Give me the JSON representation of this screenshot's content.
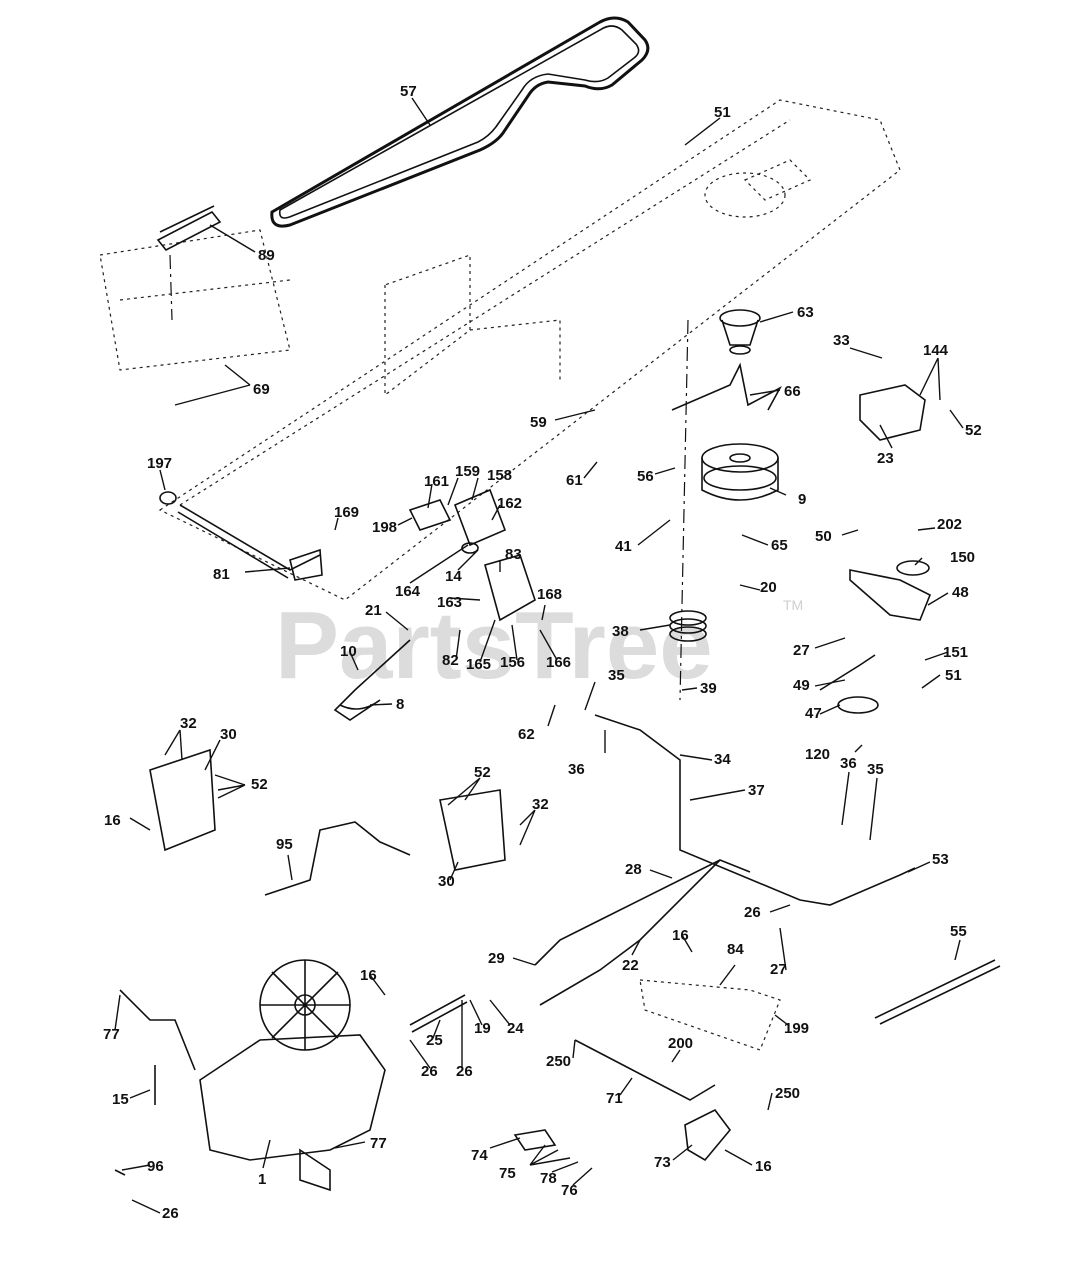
{
  "watermark": {
    "text": "PartsTree",
    "trademark": "TM"
  },
  "callouts": [
    "57",
    "51",
    "89",
    "63",
    "33",
    "144",
    "66",
    "69",
    "59",
    "52",
    "23",
    "61",
    "56",
    "9",
    "197",
    "161",
    "159",
    "158",
    "169",
    "162",
    "198",
    "50",
    "202",
    "41",
    "65",
    "150",
    "81",
    "164",
    "14",
    "83",
    "20",
    "48",
    "163",
    "168",
    "21",
    "38",
    "27",
    "151",
    "10",
    "82",
    "165",
    "156",
    "166",
    "51",
    "35",
    "49",
    "39",
    "8",
    "47",
    "32",
    "30",
    "62",
    "120",
    "52",
    "36",
    "34",
    "37",
    "16",
    "52",
    "32",
    "36",
    "35",
    "95",
    "30",
    "53",
    "28",
    "26",
    "16",
    "29",
    "22",
    "27",
    "55",
    "16",
    "84",
    "77",
    "25",
    "19",
    "24",
    "199",
    "26",
    "26",
    "250",
    "200",
    "15",
    "71",
    "250",
    "77",
    "74",
    "73",
    "16",
    "96",
    "75",
    "78",
    "76",
    "1",
    "26"
  ],
  "icons": {
    "belt": "v-belt-icon",
    "clutch": "electric-clutch-icon",
    "spring": "spring-icon"
  }
}
